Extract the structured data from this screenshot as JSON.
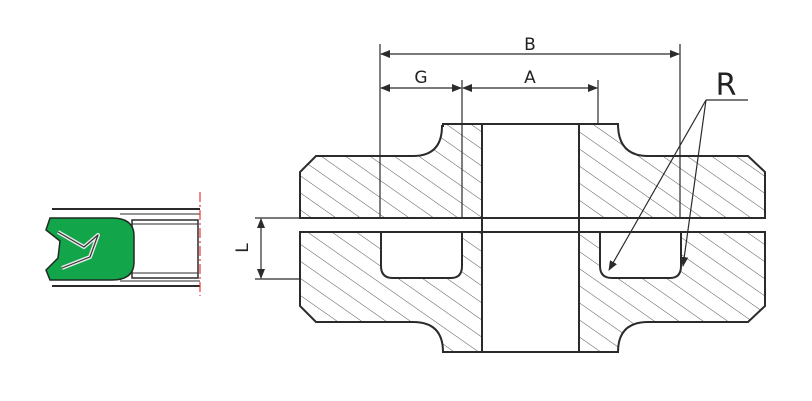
{
  "labels": {
    "b": "B",
    "g": "G",
    "a": "A",
    "l": "L",
    "r": "R"
  },
  "colors": {
    "line": "#2b2b2b",
    "hatch": "#444444",
    "seal_green": "#13a54a",
    "center_red": "#e53935",
    "background": "#ffffff"
  }
}
